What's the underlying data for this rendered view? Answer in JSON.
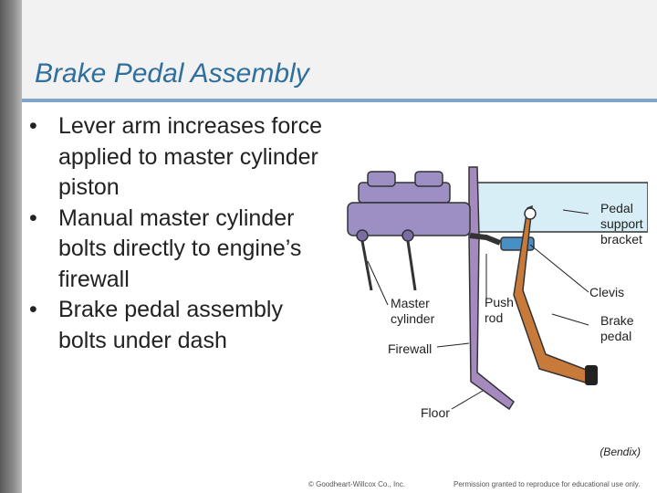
{
  "slide": {
    "title": "Brake Pedal Assembly",
    "bullets": [
      "Lever arm increases force applied to master cylinder piston",
      "Manual master cylinder bolts directly to engine’s firewall",
      "Brake pedal assembly bolts under dash"
    ]
  },
  "figure": {
    "labels": {
      "pedal_support": [
        "Pedal",
        "support",
        "bracket"
      ],
      "clevis": "Clevis",
      "brake_pedal": [
        "Brake",
        "pedal"
      ],
      "master_cylinder": [
        "Master",
        "cylinder"
      ],
      "push_rod": [
        "Push",
        "rod"
      ],
      "firewall": "Firewall",
      "floor": "Floor"
    },
    "credit": "(Bendix)"
  },
  "footer": {
    "copyright": "© Goodheart-Willcox Co., Inc.",
    "permission": "Permission granted to reproduce for educational use only."
  },
  "colors": {
    "title": "#2e6f9e",
    "rule": "#7fa6c8",
    "cylinder": "#9d8fc4",
    "pedal": "#c87a3a",
    "firewall": "#a58ac0",
    "bracket_fill": "#d8eef6"
  }
}
